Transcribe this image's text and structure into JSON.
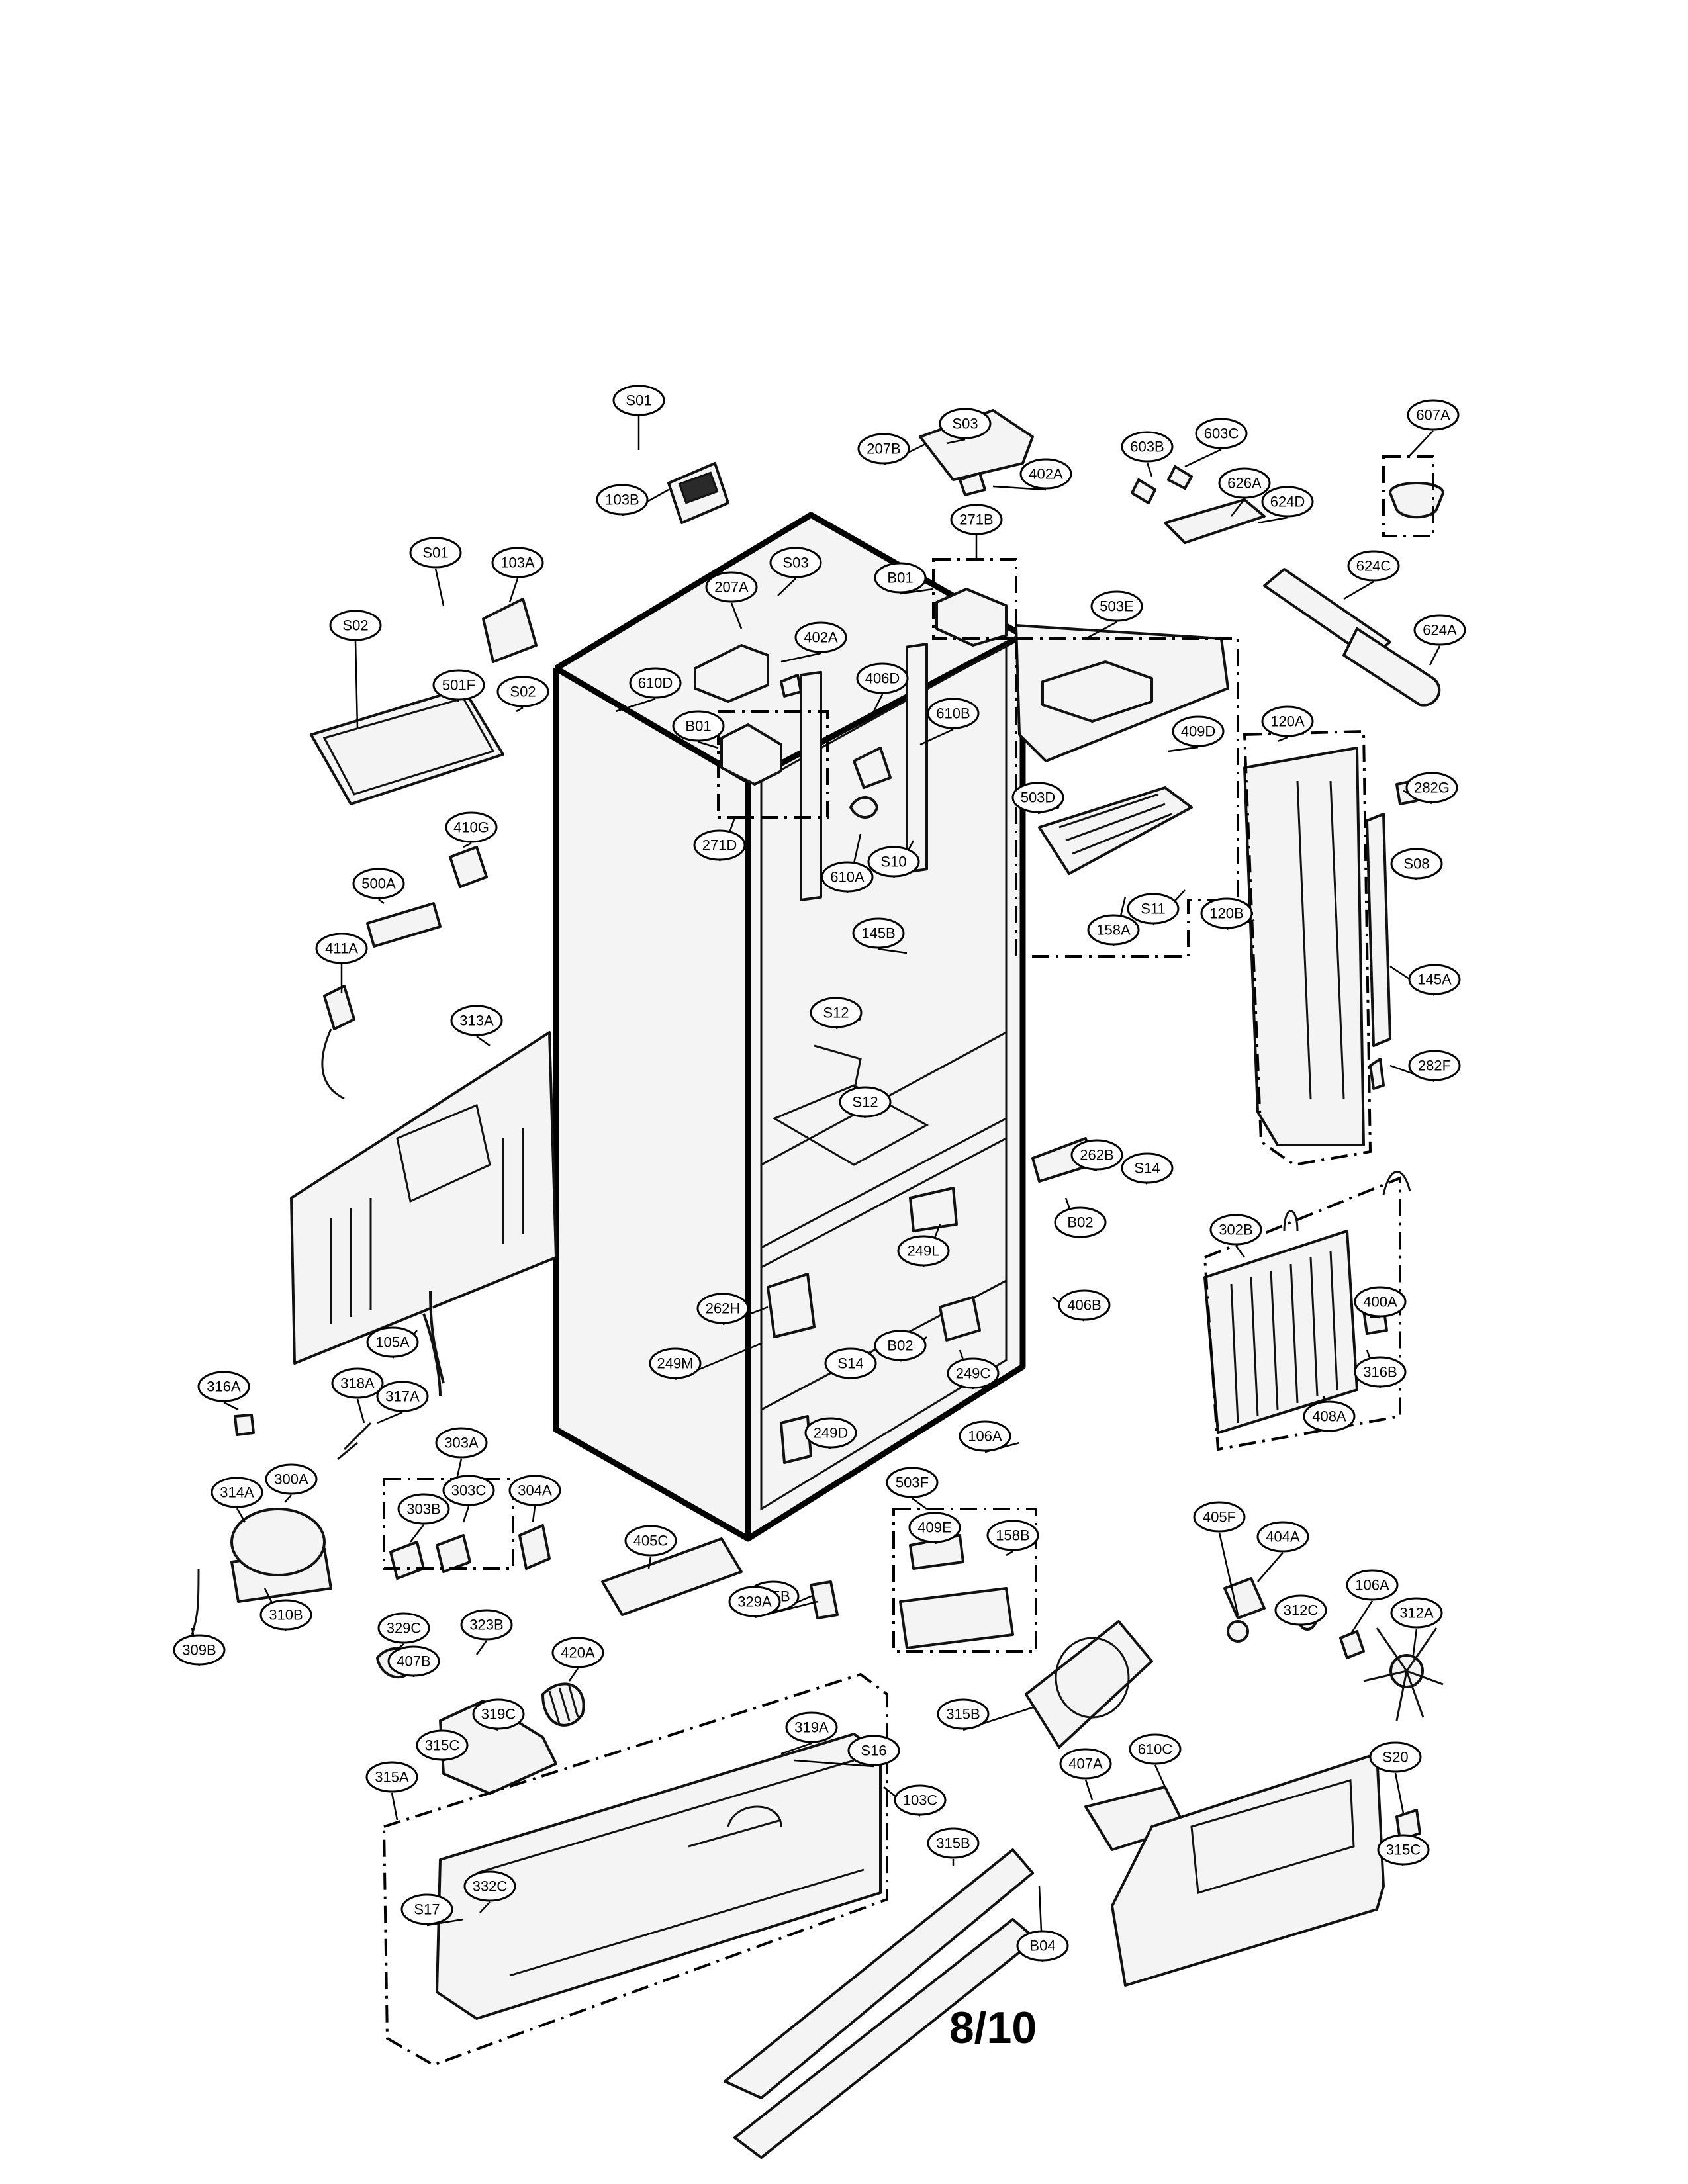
{
  "page_number": "8/10",
  "callouts": [
    "S01",
    "103B",
    "S03",
    "207B",
    "402A",
    "603B",
    "603C",
    "607A",
    "626A",
    "624D",
    "271B",
    "S01",
    "103A",
    "207A",
    "S03",
    "B01",
    "503E",
    "624C",
    "624A",
    "S02",
    "402A",
    "610D",
    "406D",
    "610B",
    "409D",
    "501F",
    "B01",
    "120A",
    "282G",
    "S02",
    "410G",
    "271D",
    "610A",
    "S10",
    "503D",
    "S08",
    "500A",
    "158A",
    "S11",
    "120B",
    "145B",
    "411A",
    "145A",
    "S12",
    "313A",
    "282F",
    "S12",
    "262B",
    "S14",
    "B02",
    "302B",
    "249L",
    "400A",
    "262H",
    "406B",
    "105A",
    "B02",
    "316B",
    "249M",
    "S14",
    "249C",
    "316A",
    "318A",
    "408A",
    "317A",
    "249D",
    "106A",
    "303A",
    "503F",
    "300A",
    "314A",
    "303B",
    "303C",
    "304A",
    "405F",
    "409E",
    "158B",
    "404A",
    "405C",
    "312C",
    "405B",
    "106A",
    "329A",
    "312A",
    "310B",
    "309B",
    "329C",
    "323B",
    "420A",
    "407B",
    "315B",
    "319A",
    "319C",
    "315C",
    "S16",
    "407A",
    "610C",
    "S20",
    "315A",
    "103C",
    "315B",
    "332C",
    "315C",
    "S17",
    "B04"
  ]
}
